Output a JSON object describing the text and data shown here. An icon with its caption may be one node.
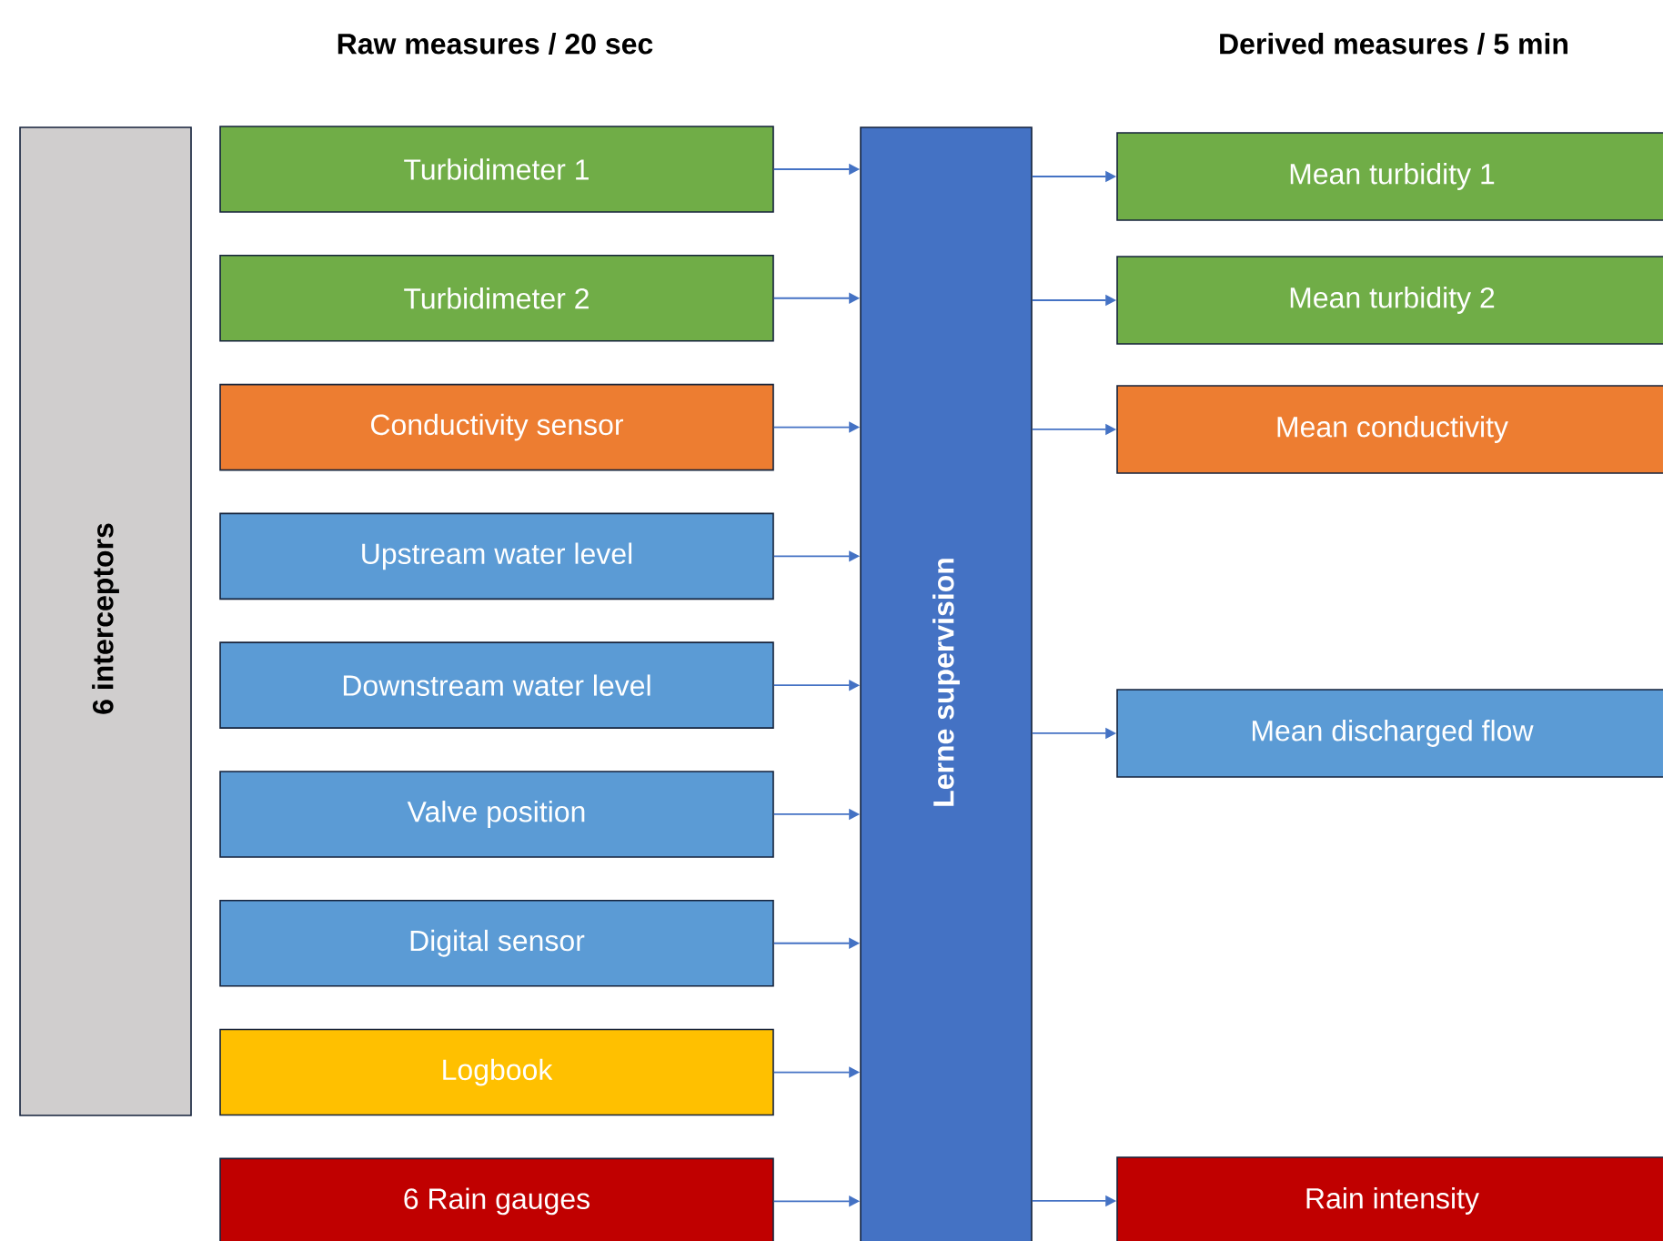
{
  "diagram": {
    "nodes": [
      {
        "text": [
          "6 interceptors"
        ]
      },
      {
        "text": [
          "Turbidimeter 1"
        ]
      },
      {
        "text": [
          "Turbidimeter 2"
        ]
      },
      {
        "text": [
          "Conductivity sensor"
        ]
      },
      {
        "text": [
          "Upstream water level"
        ]
      },
      {
        "text": [
          "Downstream water level"
        ]
      },
      {
        "text": [
          "Valve position"
        ]
      },
      {
        "text": [
          "Digital sensor"
        ]
      },
      {
        "text": [
          "Logbook"
        ]
      },
      {
        "text": [
          "6 Rain gauges"
        ]
      },
      {
        "text": [
          "Lerne supervision"
        ]
      },
      {
        "text": [
          "Mean turbidity 1"
        ]
      },
      {
        "text": [
          "Mean turbidity 2"
        ]
      },
      {
        "text": [
          "Mean conductivity"
        ]
      },
      {
        "text": [
          "Mean discharged flow"
        ]
      },
      {
        "text": [
          "Rain intensity"
        ]
      }
    ],
    "edges": [
      {
        "from": 1,
        "to": 10,
        "arrow": "to"
      },
      {
        "from": 2,
        "to": 10,
        "arrow": "to"
      },
      {
        "from": 3,
        "to": 10,
        "arrow": "to"
      },
      {
        "from": 4,
        "to": 10,
        "arrow": "to"
      },
      {
        "from": 5,
        "to": 10,
        "arrow": "to"
      },
      {
        "from": 6,
        "to": 10,
        "arrow": "to"
      },
      {
        "from": 7,
        "to": 10,
        "arrow": "to"
      },
      {
        "from": 8,
        "to": 10,
        "arrow": "to"
      },
      {
        "from": 9,
        "to": 10,
        "arrow": "to"
      },
      {
        "from": 10,
        "to": 11,
        "arrow": "to"
      },
      {
        "from": 10,
        "to": 12,
        "arrow": "to"
      },
      {
        "from": 10,
        "to": 13,
        "arrow": "to"
      },
      {
        "from": 10,
        "to": 14,
        "arrow": "to"
      },
      {
        "from": 10,
        "to": 15,
        "arrow": "to"
      }
    ],
    "labels": [
      "Raw measures / 20 sec",
      "Derived measures / 5 min"
    ]
  }
}
